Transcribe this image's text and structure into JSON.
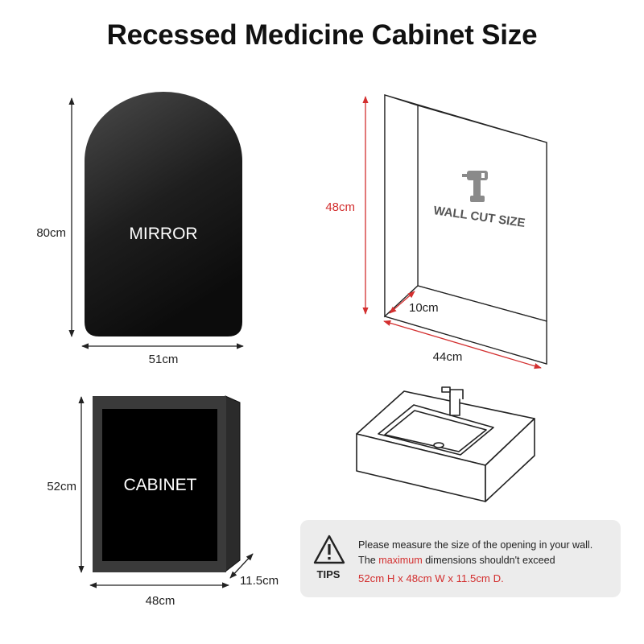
{
  "title": "Recessed Medicine Cabinet Size",
  "colors": {
    "accent_red": "#d32f2f",
    "dimension_gray": "#222222",
    "panel_dark": "#151515",
    "tips_bg": "#ececec"
  },
  "mirror": {
    "label": "MIRROR",
    "height_label": "80cm",
    "width_label": "51cm"
  },
  "wall_cut": {
    "label": "WALL CUT SIZE",
    "height_label": "48cm",
    "depth_label": "10cm",
    "width_label": "44cm",
    "icon": "drill-icon"
  },
  "cabinet": {
    "label": "CABINET",
    "height_label": "52cm",
    "width_label": "48cm",
    "depth_label": "11.5cm"
  },
  "sink": {
    "icon": "sink-icon"
  },
  "tips": {
    "label": "TIPS",
    "icon": "warning-icon",
    "line1": "Please measure the size of the opening in your wall.",
    "line2_before": "The ",
    "line2_highlight": "maximum",
    "line2_after": " dimensions shouldn't exceed",
    "line3": "52cm H x 48cm W x 11.5cm D."
  }
}
